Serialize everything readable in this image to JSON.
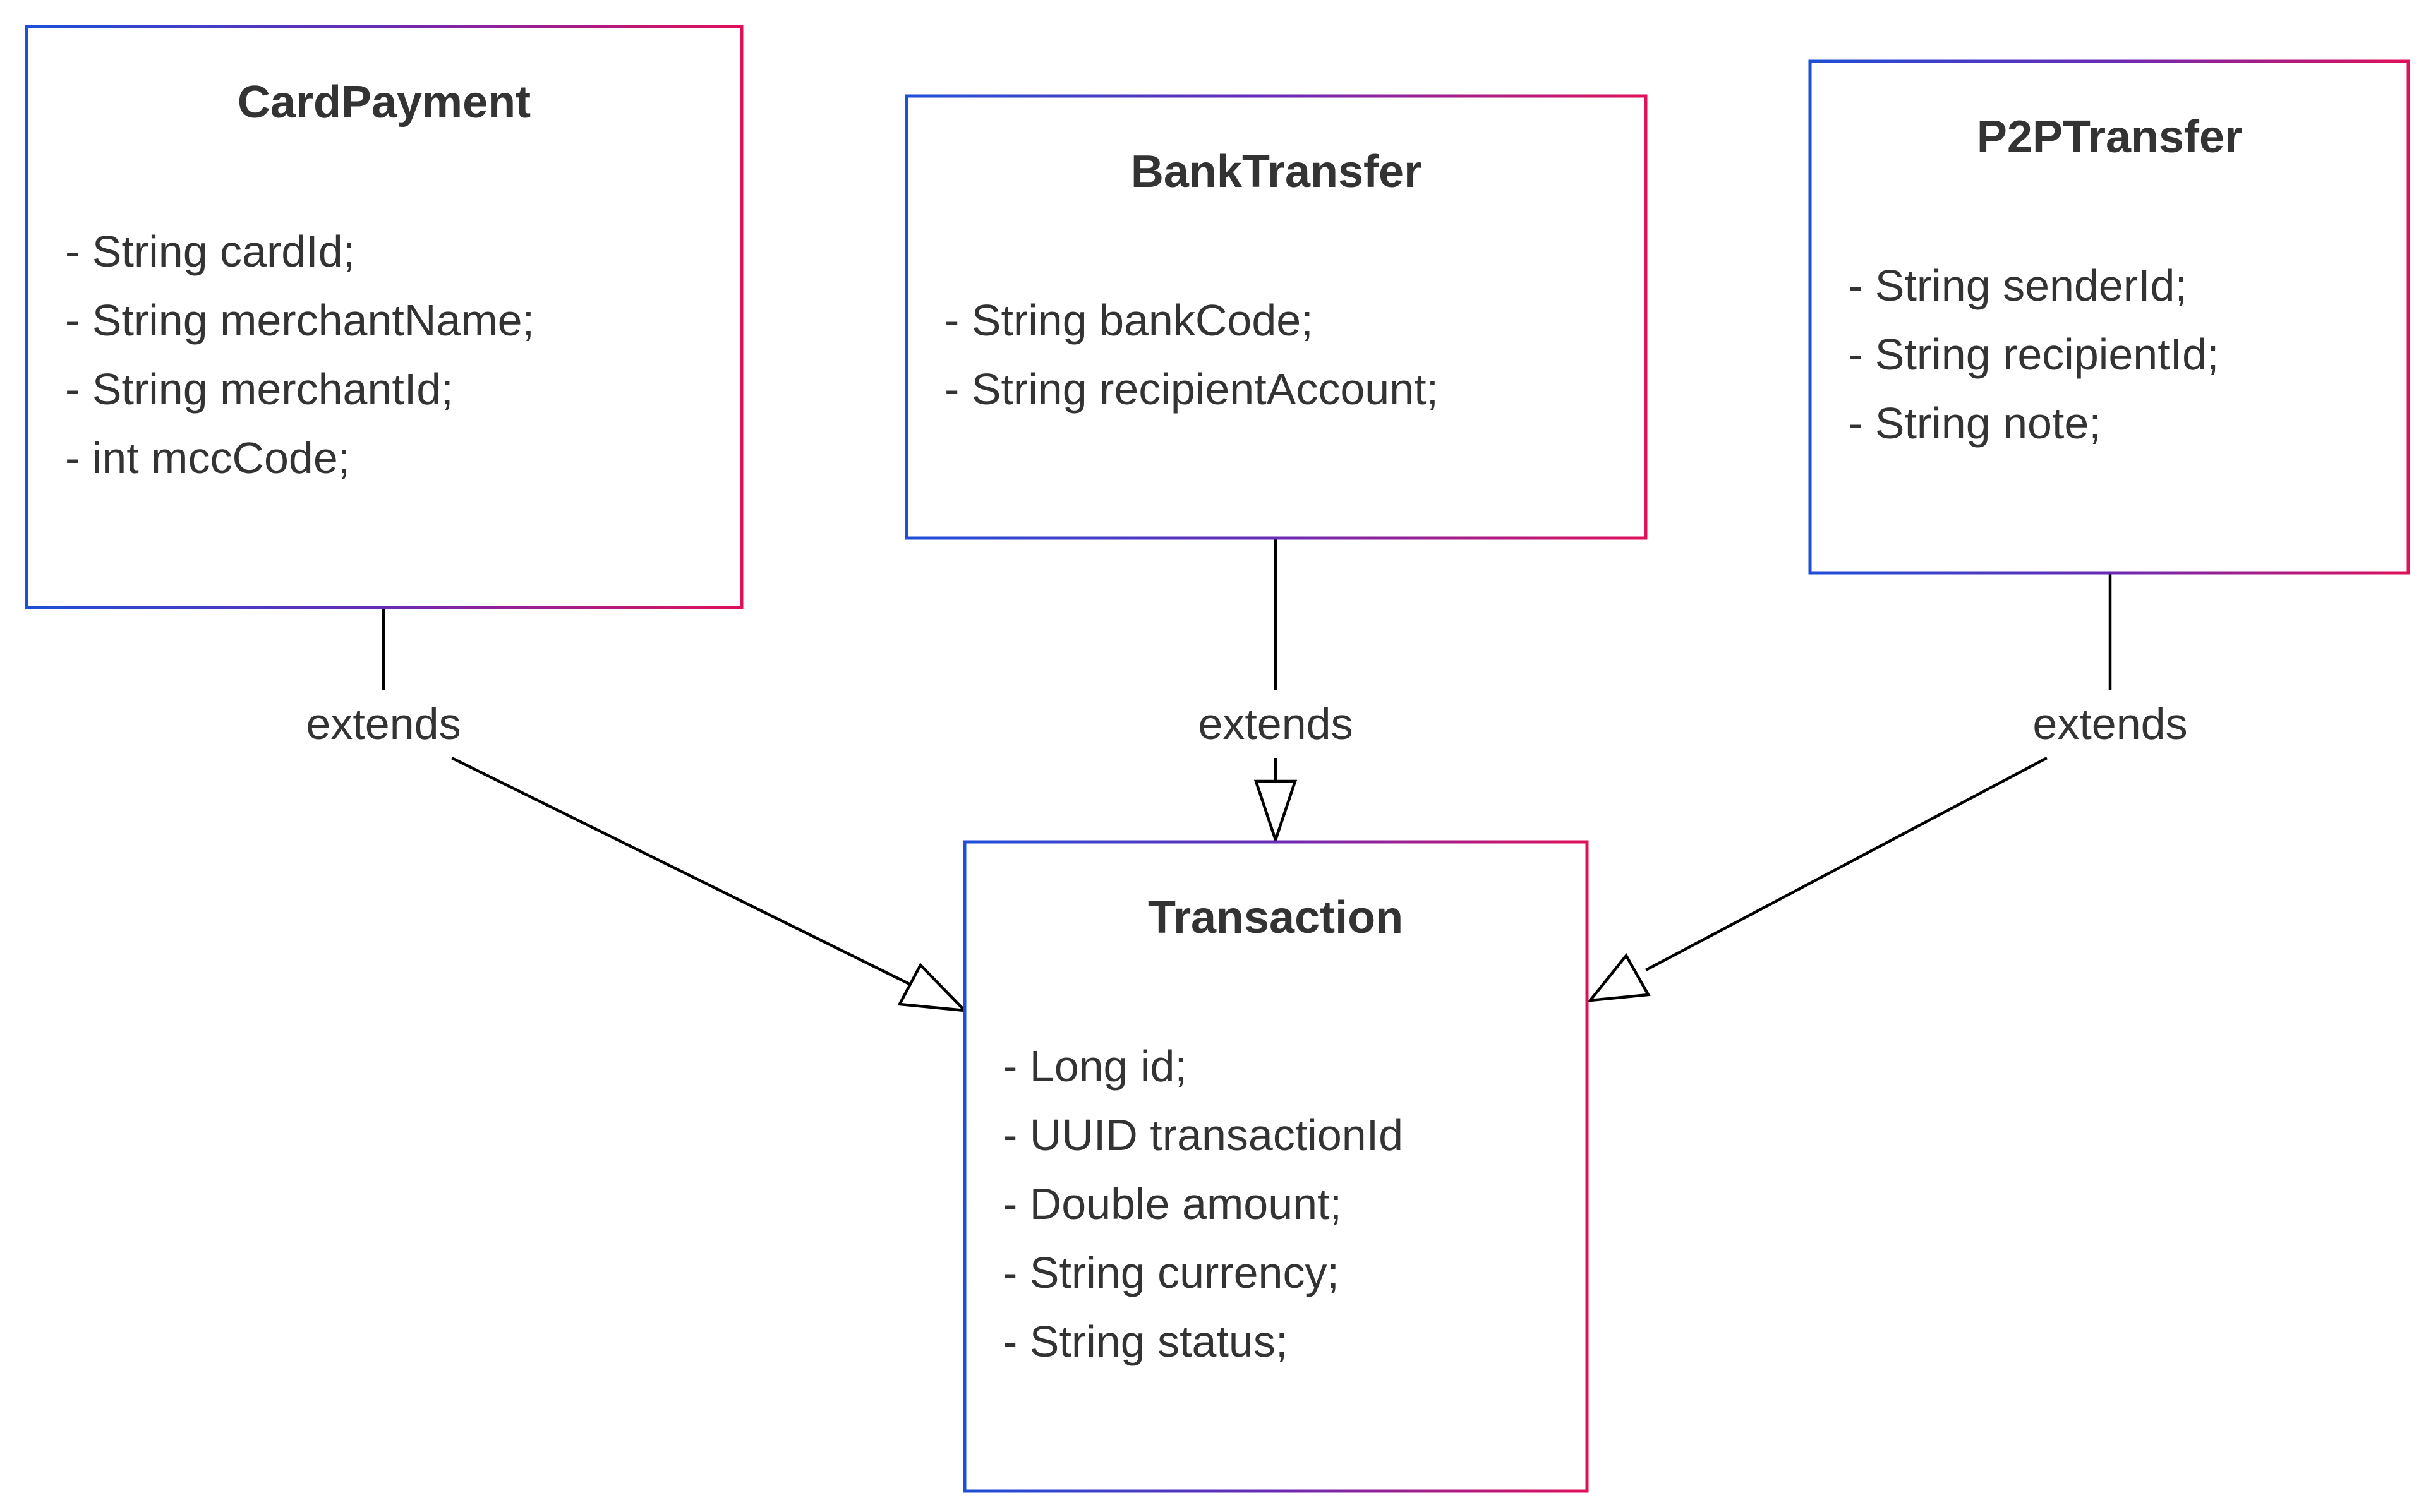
{
  "colors": {
    "border_start": "#1e4fd6",
    "border_mid": "#6a2bb5",
    "border_end": "#e0105a",
    "edge": "#000000",
    "text": "#333333"
  },
  "classes": {
    "card_payment": {
      "name": "CardPayment",
      "attributes": [
        "- String cardId;",
        "- String merchantName;",
        "- String merchantId;",
        "- int mccCode;"
      ],
      "methods": []
    },
    "bank_transfer": {
      "name": "BankTransfer",
      "attributes": [
        "- String bankCode;",
        "- String recipientAccount;"
      ],
      "methods": []
    },
    "p2p_transfer": {
      "name": "P2PTransfer",
      "attributes": [
        "- String senderId;",
        "- String recipientId;",
        "- String note;"
      ],
      "methods": []
    },
    "transaction": {
      "name": "Transaction",
      "attributes": [
        "- Long id;",
        "- UUID transactionId",
        "- Double amount;",
        "- String currency;",
        "- String status;"
      ],
      "methods": []
    }
  },
  "relations": [
    {
      "from": "CardPayment",
      "to": "Transaction",
      "label": "extends",
      "type": "inheritance"
    },
    {
      "from": "BankTransfer",
      "to": "Transaction",
      "label": "extends",
      "type": "inheritance"
    },
    {
      "from": "P2PTransfer",
      "to": "Transaction",
      "label": "extends",
      "type": "inheritance"
    }
  ]
}
